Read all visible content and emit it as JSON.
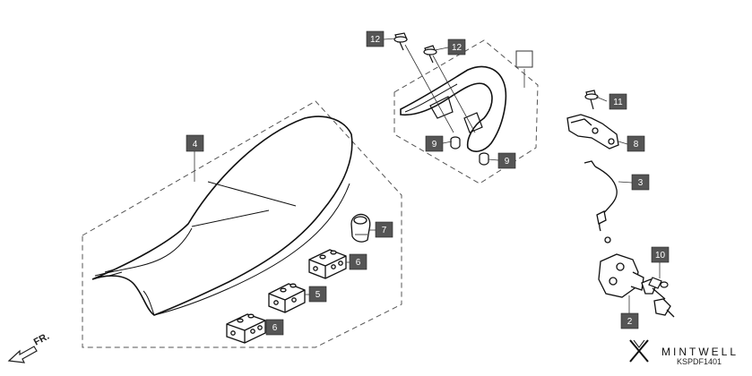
{
  "callouts": {
    "c12a": "12",
    "c12b": "12",
    "c11": "11",
    "c9a": "9",
    "c9b": "9",
    "c8": "8",
    "c3": "3",
    "c4": "4",
    "c7": "7",
    "c6a": "6",
    "c5": "5",
    "c6b": "6",
    "c10": "10",
    "c2": "2",
    "c1": ""
  },
  "direction_label": "FR.",
  "brand": "MINTWELL",
  "diagram_code": "KSPDF1401"
}
